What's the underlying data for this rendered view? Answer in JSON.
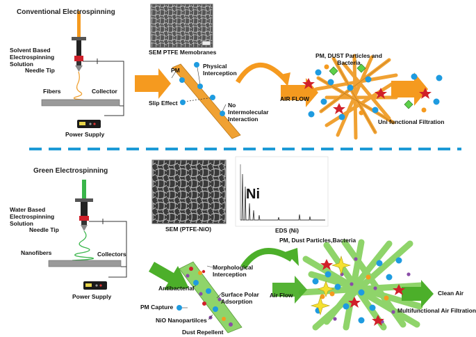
{
  "top": {
    "title": "Conventional Electrospinning",
    "solution_label": "Solvent Based Electrospinning Solution",
    "needle_label": "Needle Tip",
    "fibers_label": "Fibers",
    "collector_label": "Collector",
    "power_label": "Power Supply",
    "sem_label": "SEM PTFE Memobranes",
    "pm_label": "PM",
    "physical_interception": "Physical Interception",
    "slip_effect": "Slip Effect",
    "no_interaction": "No Intermolecular Interaction",
    "particles_label": "PM, DUST Particles and Bacteria",
    "airflow_label": "AIR FLOW",
    "filtration_label": "Uni functional Filtration"
  },
  "bottom": {
    "title": "Green Electrospinning",
    "solution_label": "Water Based Electrospinning Solution",
    "needle_label": "Needle Tip",
    "nanofibers_label": "Nanofibers",
    "collectors_label": "Collectors",
    "power_label": "Power Supply",
    "sem_label": "SEM (PTFE-NiO)",
    "eds_label": "EDS (Ni)",
    "eds_element": "Ni",
    "antibacterial": "Antibacterial",
    "morphological": "Morphological Interception",
    "surface_polar": "Surface Polar Adsorption",
    "pm_capture": "PM Capture",
    "nio_nano": "NiO Nanopartilces",
    "dust_repellent": "Dust Repellent",
    "particles_label": "PM, Dust Particles,Bacteria",
    "airflow_label": "Air Flow",
    "clean_air": "Clean Air",
    "filtration_label": "Multifunctional Air Filtration"
  },
  "colors": {
    "orange_arrow": "#f59a1f",
    "green_arrow": "#4caf2a",
    "fiber_orange": "#f0a132",
    "fiber_green": "#8fd46a",
    "particle_blue": "#1e9be0",
    "divider": "#1c9ad6",
    "needle_red": "#d0202a"
  }
}
